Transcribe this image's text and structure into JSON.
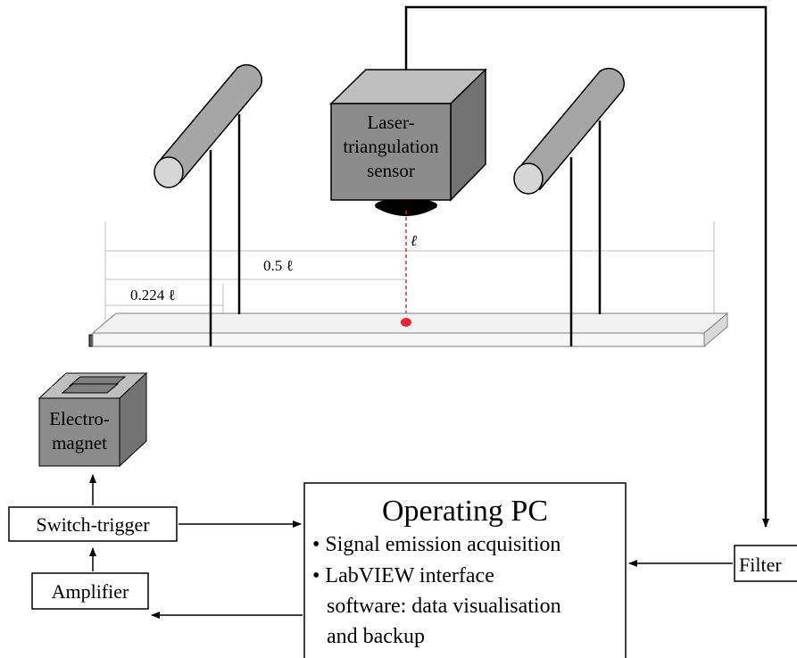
{
  "sensor": {
    "line1": "Laser-",
    "line2": "triangulation",
    "line3": "sensor"
  },
  "electromagnet": {
    "line1": "Electro-",
    "line2": "magnet"
  },
  "dimensions": {
    "beam_length": "ℓ",
    "half_length": "0.5 ℓ",
    "clamp_position": "0.224 ℓ"
  },
  "switch_trigger": {
    "label": "Switch-trigger"
  },
  "amplifier": {
    "label": "Amplifier"
  },
  "filter": {
    "label": "Filter"
  },
  "operating_pc": {
    "title": "Operating PC",
    "bullet1": "• Signal emission acquisition",
    "bullet2_line1": "• LabVIEW interface",
    "bullet2_line2": "software: data visualisation",
    "bullet2_line3": "and backup"
  },
  "colors": {
    "box_gray": "#8c8c8c",
    "laser_red": "#e8252b",
    "rod_gray": "#a6a6a6"
  }
}
